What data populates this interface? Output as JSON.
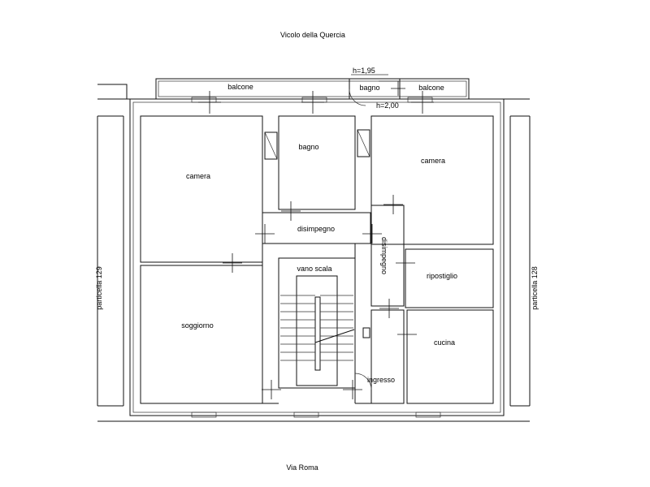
{
  "streets": {
    "north": "Vicolo della Quercia",
    "south": "Via Roma"
  },
  "parcels": {
    "west": "particella 129",
    "east": "particella 128"
  },
  "rooms": {
    "balcone_left": "balcone",
    "bagno_small": "bagno",
    "balcone_right": "balcone",
    "camera_left": "camera",
    "bagno": "bagno",
    "camera_right": "camera",
    "disimpegno_h": "disimpegno",
    "disimpegno_v": "disimpegno",
    "vano_scala": "vano scala",
    "ripostiglio": "ripostiglio",
    "soggiorno": "soggiorno",
    "cucina": "cucina",
    "ingresso": "ingresso"
  },
  "annotations": {
    "h1": "h=1,95",
    "h2": "h=2,00"
  }
}
